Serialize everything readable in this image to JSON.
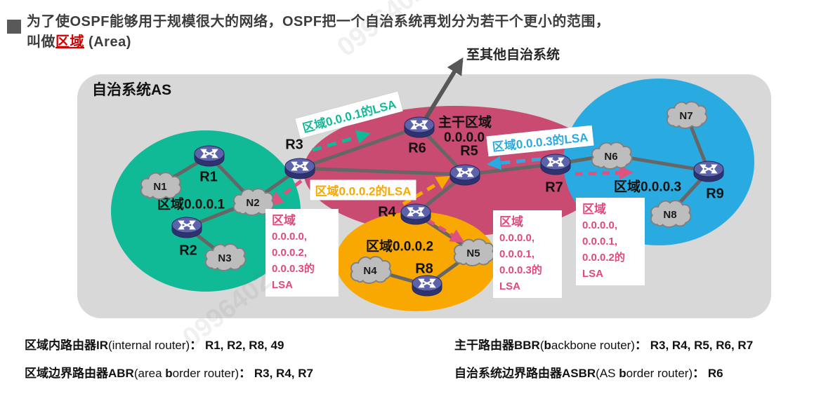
{
  "title": {
    "line1": "为了使OSPF能够用于规模很大的网络，OSPF把一个自治系统再划分为若干个更小的范围，",
    "line2_prefix": "叫做",
    "line2_highlight": "区域",
    "line2_suffix": " (Area)"
  },
  "external_label": "至其他自治系统",
  "as_label": "自治系统AS",
  "areas": [
    {
      "id": "area1",
      "label": "区域0.0.0.1",
      "color": "#10ba97"
    },
    {
      "id": "backbone",
      "label": "主干区域",
      "sublabel": "0.0.0.0",
      "color": "#c94b72"
    },
    {
      "id": "area2",
      "label": "区域0.0.0.2",
      "color": "#f8a800"
    },
    {
      "id": "area3",
      "label": "区域0.0.0.3",
      "color": "#29abe2"
    }
  ],
  "routers": [
    {
      "id": "R1",
      "label": "R1"
    },
    {
      "id": "R2",
      "label": "R2"
    },
    {
      "id": "R3",
      "label": "R3"
    },
    {
      "id": "R4",
      "label": "R4"
    },
    {
      "id": "R5",
      "label": "R5"
    },
    {
      "id": "R6",
      "label": "R6"
    },
    {
      "id": "R7",
      "label": "R7"
    },
    {
      "id": "R8",
      "label": "R8"
    },
    {
      "id": "R9",
      "label": "R9"
    }
  ],
  "networks": [
    {
      "id": "N1",
      "label": "N1"
    },
    {
      "id": "N2",
      "label": "N2"
    },
    {
      "id": "N3",
      "label": "N3"
    },
    {
      "id": "N4",
      "label": "N4"
    },
    {
      "id": "N5",
      "label": "N5"
    },
    {
      "id": "N6",
      "label": "N6"
    },
    {
      "id": "N7",
      "label": "N7"
    },
    {
      "id": "N8",
      "label": "N8"
    }
  ],
  "lsa_tags": [
    {
      "id": "area1",
      "text": "区域0.0.0.1的LSA",
      "color": "#10ba97"
    },
    {
      "id": "area2",
      "text": "区域0.0.0.2的LSA",
      "color": "#f8a800"
    },
    {
      "id": "area3",
      "text": "区域0.0.0.3的LSA",
      "color": "#29abe2"
    }
  ],
  "lsa_boxes": [
    {
      "title": "区域",
      "lines": [
        "0.0.0.0,",
        "0.0.0.2,",
        "0.0.0.3的LSA"
      ]
    },
    {
      "title": "区域",
      "lines": [
        "0.0.0.0,",
        "0.0.0.1,",
        "0.0.0.3的LSA"
      ]
    },
    {
      "title": "区域",
      "lines": [
        "0.0.0.0,",
        "0.0.0.1,",
        "0.0.0.2的LSA"
      ]
    }
  ],
  "legend": {
    "items": [
      {
        "id": "ir",
        "segments": [
          [
            "区域内路由器IR",
            1
          ],
          [
            "(internal router)",
            0
          ],
          [
            "： ",
            1
          ],
          [
            "R1, R2, R8, 49",
            1
          ]
        ]
      },
      {
        "id": "bbr",
        "segments": [
          [
            "主干路由器BBR",
            1
          ],
          [
            "(",
            0
          ],
          [
            "b",
            1
          ],
          [
            "ackbone router)",
            0
          ],
          [
            "： ",
            1
          ],
          [
            "R3, R4, R5, R6, R7",
            1
          ]
        ]
      },
      {
        "id": "abr",
        "segments": [
          [
            "区域边界路由器ABR",
            1
          ],
          [
            "(area ",
            0
          ],
          [
            "b",
            1
          ],
          [
            "order router)",
            0
          ],
          [
            "： ",
            1
          ],
          [
            "R3, R4, R7",
            1
          ]
        ]
      },
      {
        "id": "asbr",
        "segments": [
          [
            "自治系统边界路由器ASBR",
            1
          ],
          [
            "(AS ",
            0
          ],
          [
            "b",
            1
          ],
          [
            "order router)",
            0
          ],
          [
            "： ",
            1
          ],
          [
            "R6",
            1
          ]
        ]
      }
    ]
  },
  "colors": {
    "highlight_red": "#d40000",
    "title_text": "#3d3d3d",
    "as_background": "#d8d8d8",
    "area1": "#10ba97",
    "backbone": "#c94b72",
    "area2": "#f8a800",
    "area3": "#29abe2",
    "lsa_box_text": "#e0487e",
    "backbone_arrow_pink": "#e0527e",
    "link_gray": "#666666",
    "external_arrow": "#575757"
  },
  "watermark": "0996402"
}
